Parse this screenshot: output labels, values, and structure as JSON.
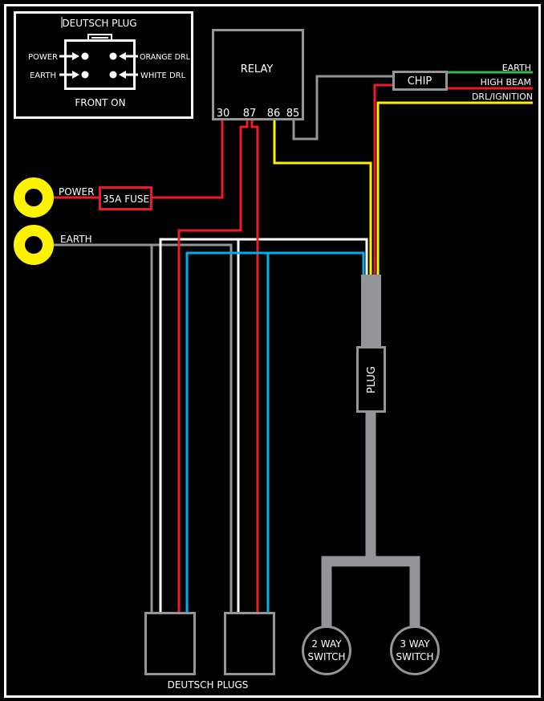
{
  "diagram": {
    "deutsch_plug_box": {
      "title": "DEUTSCH PLUG",
      "left_labels": [
        "POWER",
        "EARTH"
      ],
      "right_labels": [
        "ORANGE DRL",
        "WHITE DRL"
      ],
      "caption": "FRONT ON"
    },
    "relay": {
      "label": "RELAY",
      "pins": [
        "30",
        "87",
        "86",
        "85"
      ]
    },
    "chip": {
      "label": "CHIP",
      "outputs": [
        {
          "label": "EARTH",
          "color": "#3cb54a"
        },
        {
          "label": "HIGH BEAM",
          "color": "#ed1c24"
        },
        {
          "label": "DRL/IGNITION",
          "color": "#fff200"
        }
      ]
    },
    "power_terminal": {
      "label": "POWER"
    },
    "earth_terminal": {
      "label": "EARTH"
    },
    "fuse": {
      "label": "35A FUSE"
    },
    "plug": {
      "label": "PLUG"
    },
    "switches": [
      {
        "line1": "2 WAY",
        "line2": "SWITCH"
      },
      {
        "line1": "3 WAY",
        "line2": "SWITCH"
      }
    ],
    "deutsch_plugs_caption": "DEUTSCH PLUGS",
    "colors": {
      "red": "#ed1c24",
      "yellow": "#fff200",
      "gray": "#939598",
      "blue": "#00aeef",
      "white": "#ffffff",
      "green": "#3cb54a"
    }
  }
}
